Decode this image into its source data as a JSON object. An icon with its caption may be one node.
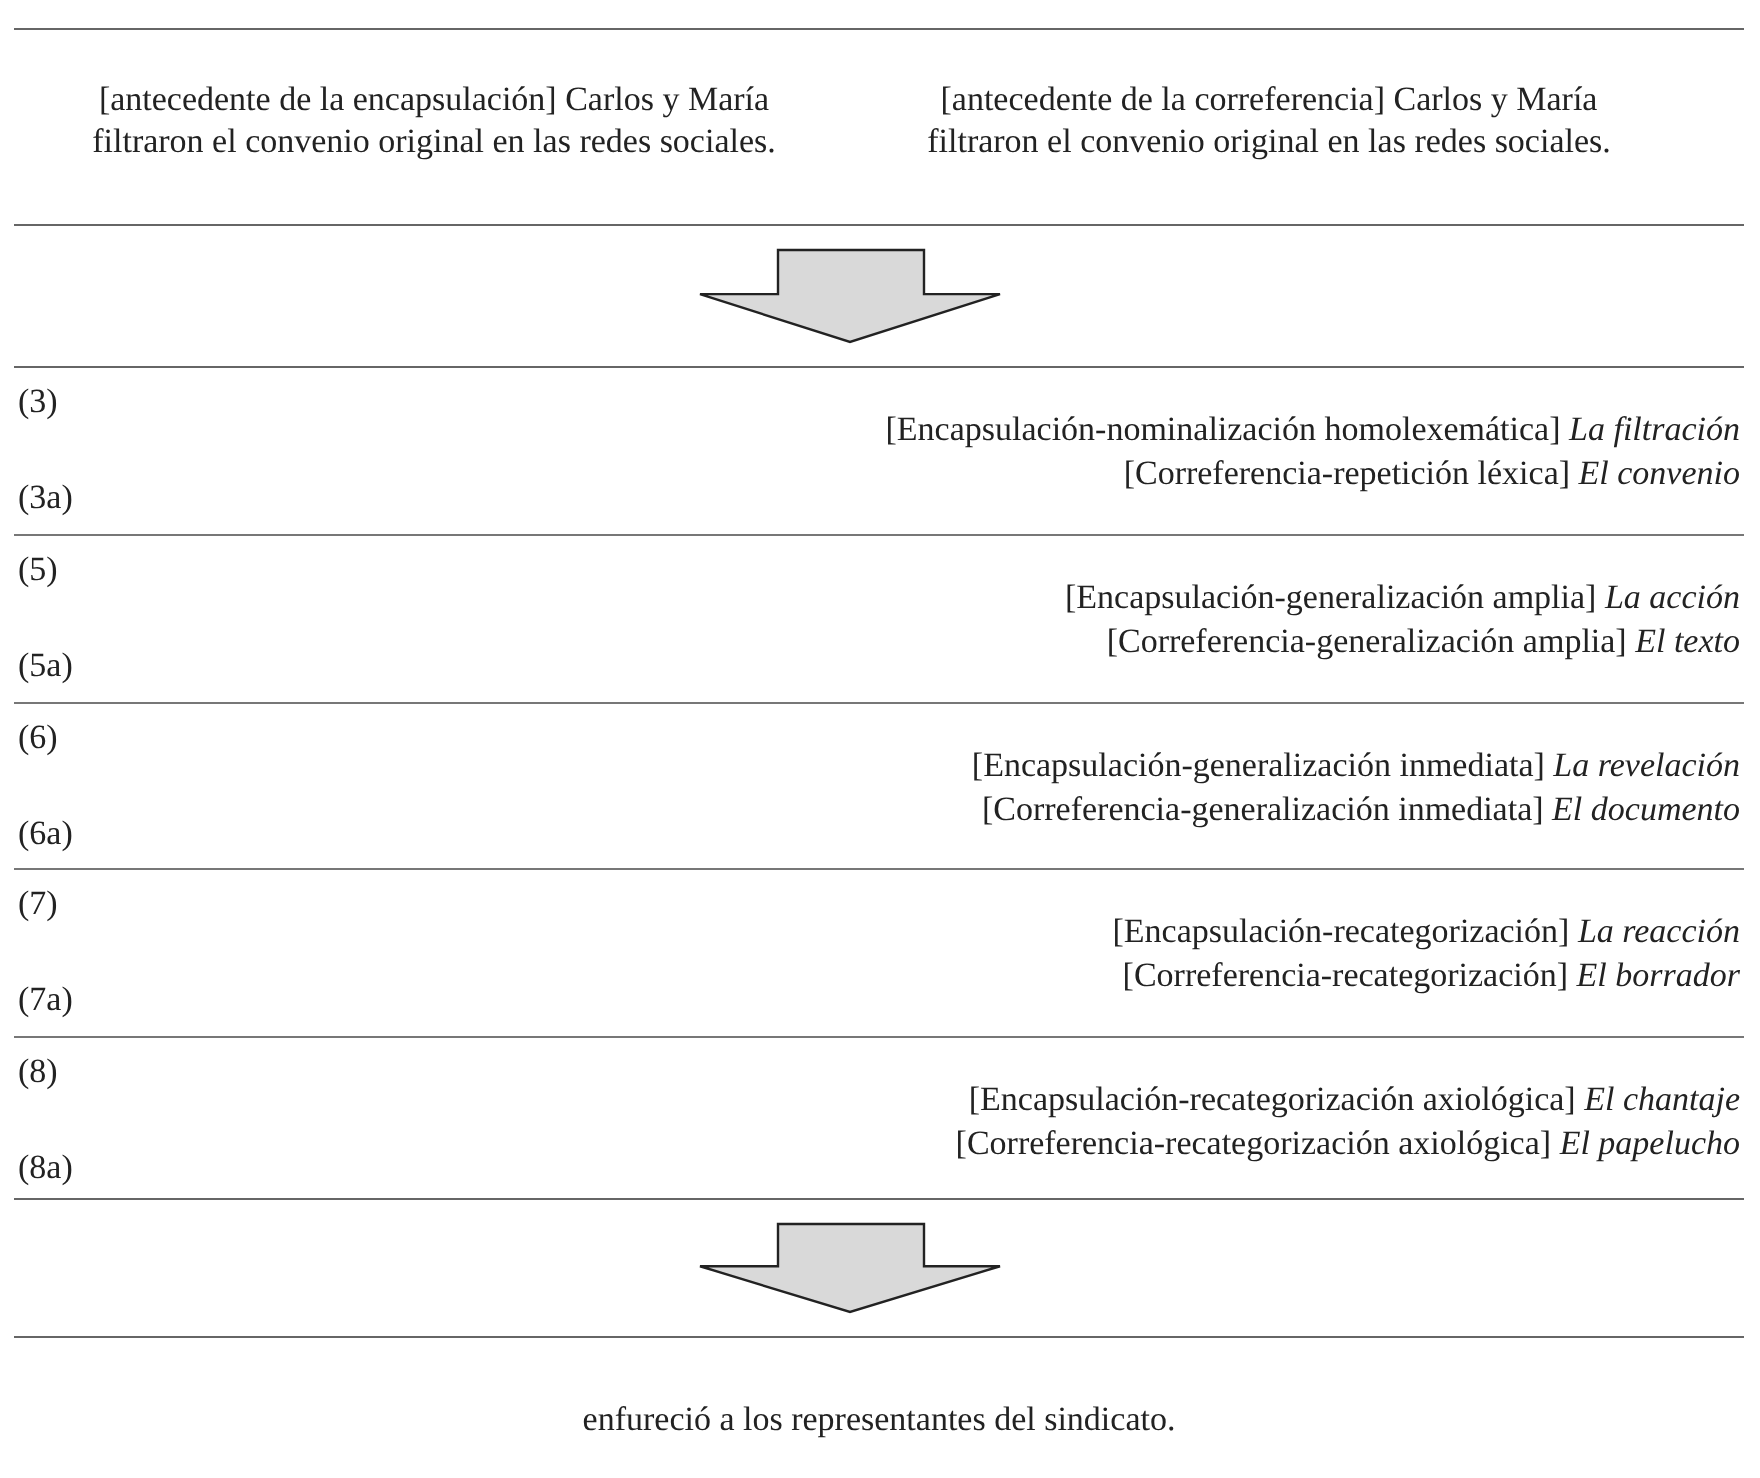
{
  "diagram": {
    "nodes": [
      {
        "text": [
          "[antecedente de la encapsulación] Carlos y María filtraron el convenio original en las redes sociales.",
          "[antecedente de la correferencia] Carlos y María filtraron el convenio original en las redes sociales."
        ]
      },
      {
        "text": [],
        "shape": "box"
      },
      {
        "text": [
          "(3)",
          "(3a)",
          "[Encapsulación-nominalización homolexemática] *La filtración*",
          "[Correferencia-repetición léxica] *El convenio*"
        ],
        "in": 1
      },
      {
        "text": [
          "(5)",
          "(5a)",
          "[Encapsulación-generalización amplia] *La acción*",
          "[Correferencia-generalización amplia] *El texto*"
        ],
        "in": 1
      },
      {
        "text": [
          "(6)",
          "(6a)",
          "[Encapsulación-generalización inmediata] *La revelación*",
          "[Correferencia-generalización inmediata] *El documento*"
        ],
        "in": 1
      },
      {
        "text": [
          "(7)",
          "(7a)",
          "[Encapsulación-recategorización] *La reacción*",
          "[Correferencia-recategorización] *El borrador*"
        ],
        "in": 1
      },
      {
        "text": [
          "(8)",
          "(8a)",
          "[Encapsulación-recategorización axiológica] *El chantaje*",
          "[Correferencia-recategorización axiológica] *El papelucho*"
        ],
        "in": 1
      },
      {
        "text": [
          "enfureció a los representantes del sindicato."
        ]
      }
    ],
    "edges": [
      {
        "from": 0,
        "to": 1,
        "arrow": "to"
      },
      {
        "from": 1,
        "to": 7,
        "arrow": "to"
      }
    ]
  }
}
